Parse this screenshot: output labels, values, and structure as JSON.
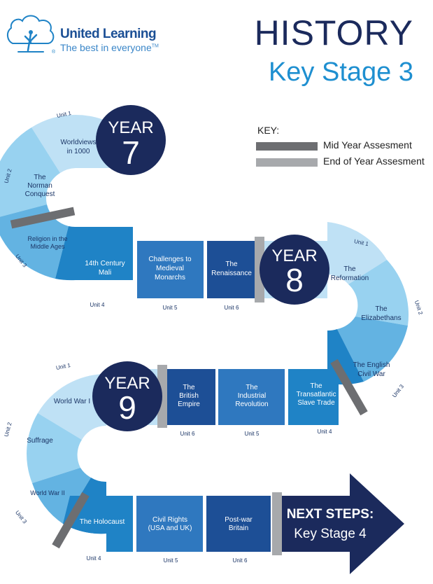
{
  "header": {
    "title": "HISTORY",
    "subtitle": "Key Stage 3",
    "brand_name": "United Learning",
    "brand_tagline": "The best in everyone",
    "brand_tm": "TM",
    "brand_reg": "®"
  },
  "key": {
    "title": "KEY:",
    "mid_year": "Mid Year Assesment",
    "end_of_year": "End of Year Assesment",
    "mid_color": "#6d6e71",
    "end_color": "#a7a9ac"
  },
  "badges": {
    "year7": {
      "label": "YEAR",
      "number": "7"
    },
    "year8": {
      "label": "YEAR",
      "number": "8"
    },
    "year9": {
      "label": "YEAR",
      "number": "9"
    }
  },
  "year7": {
    "units": [
      {
        "unit": "Unit 1",
        "title": [
          "Worldviews",
          "in 1000"
        ]
      },
      {
        "unit": "Unit 2",
        "title": [
          "The",
          "Norman",
          "Conquest"
        ]
      },
      {
        "unit": "Unit 3",
        "title": [
          "Religion in the",
          "Middle Ages"
        ]
      },
      {
        "unit": "Unit 4",
        "title": [
          "14th Century",
          "Mali"
        ]
      },
      {
        "unit": "Unit 5",
        "title": [
          "Challenges to",
          "Medieval",
          "Monarchs"
        ]
      },
      {
        "unit": "Unit 6",
        "title": [
          "The",
          "Renaissance"
        ]
      }
    ]
  },
  "year8": {
    "units": [
      {
        "unit": "Unit 1",
        "title": [
          "The",
          "Reformation"
        ]
      },
      {
        "unit": "Unit 2",
        "title": [
          "The",
          "Elizabethans"
        ]
      },
      {
        "unit": "Unit 3",
        "title": [
          "The English",
          "Civil War"
        ]
      },
      {
        "unit": "Unit 4",
        "title": [
          "The",
          "Transatlantic",
          "Slave Trade"
        ]
      },
      {
        "unit": "Unit 5",
        "title": [
          "The",
          "Industrial",
          "Revolution"
        ]
      },
      {
        "unit": "Unit 6",
        "title": [
          "The",
          "British",
          "Empire"
        ]
      }
    ]
  },
  "year9": {
    "units": [
      {
        "unit": "Unit 1",
        "title": [
          "World War I"
        ]
      },
      {
        "unit": "Unit 2",
        "title": [
          "Suffrage"
        ]
      },
      {
        "unit": "Unit 3",
        "title": [
          "World War II"
        ]
      },
      {
        "unit": "Unit 4",
        "title": [
          "The Holocaust"
        ]
      },
      {
        "unit": "Unit 5",
        "title": [
          "Civil Rights",
          "(USA and UK)"
        ]
      },
      {
        "unit": "Unit 6",
        "title": [
          "Post-war",
          "Britain"
        ]
      }
    ]
  },
  "next_steps": {
    "line1": "NEXT STEPS:",
    "line2": "Key Stage 4"
  },
  "colors": {
    "navy": "#1b2a5c",
    "u1": "#bfe1f5",
    "u2": "#98d2f0",
    "u3": "#63b3e2",
    "u4": "#1f83c6",
    "u5": "#2f78bf",
    "u6": "#1d4f96",
    "dark_text": "#1b3566",
    "unit_label": "#1b3566"
  }
}
